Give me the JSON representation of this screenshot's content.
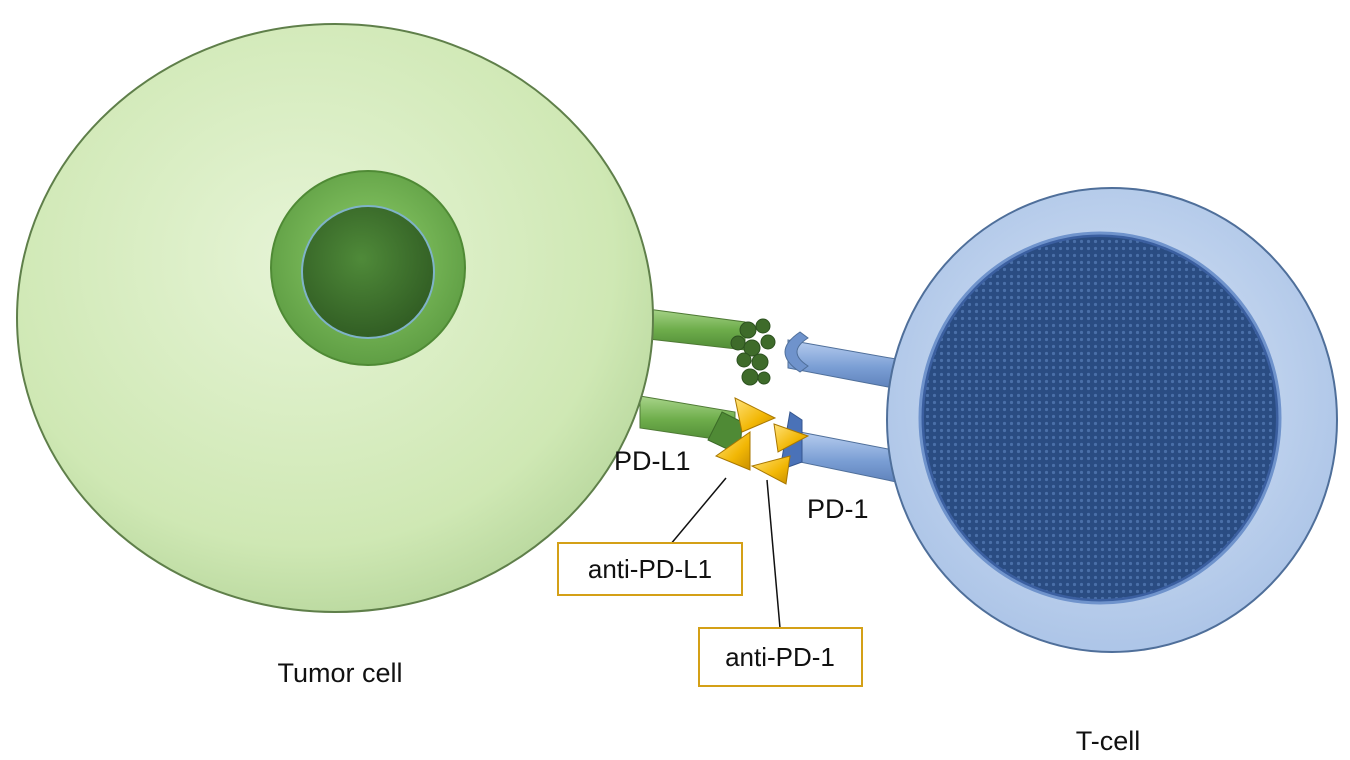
{
  "labels": {
    "tumor_cell": "Tumor cell",
    "t_cell": "T-cell",
    "pd_l1": "PD-L1",
    "pd_1": "PD-1",
    "anti_pd_l1": "anti-PD-L1",
    "anti_pd_1": "anti-PD-1"
  },
  "colors": {
    "tumor_cell_fill": "#cfe8b4",
    "tumor_cell_edge": "#5f7f4a",
    "tumor_nucleus_ring": "#6aa84f",
    "tumor_nucleus_core": "#3f6f2e",
    "t_cell_fill": "#bfd3ee",
    "t_cell_edge": "#4f6f9a",
    "t_cell_nucleus": "#2c4f86",
    "pd_l1_receptor": "#7fb35a",
    "pd_1_receptor": "#7a9ed4",
    "antibody": "#f2b705",
    "antigen": "#3e6b2a",
    "label_box_border": "#d4a017"
  }
}
